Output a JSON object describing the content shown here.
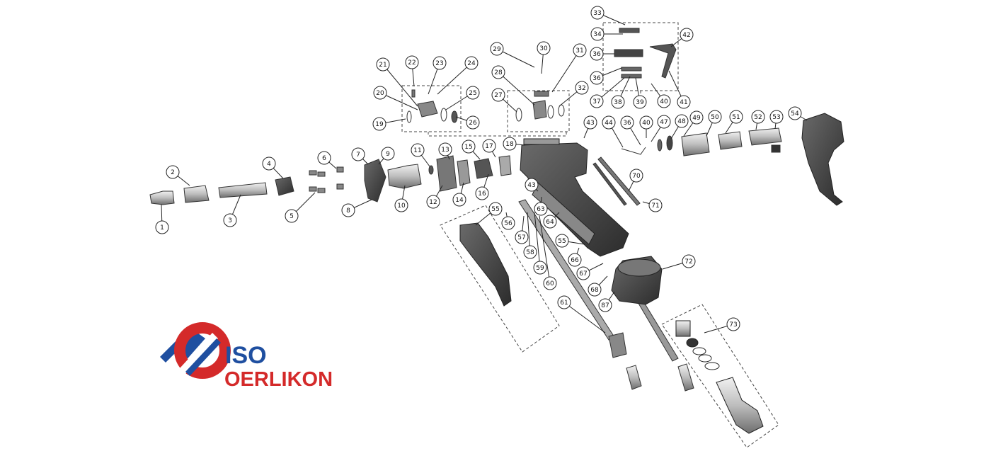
{
  "brand": {
    "line1": "ISO",
    "line2": "OERLIKON",
    "colors": {
      "blue": "#1f4fa0",
      "red": "#d42a2a"
    }
  },
  "callouts": [
    "1",
    "2",
    "3",
    "4",
    "5",
    "6",
    "7",
    "8",
    "9",
    "10",
    "11",
    "12",
    "13",
    "14",
    "15",
    "16",
    "17",
    "18",
    "19",
    "20",
    "21",
    "22",
    "23",
    "24",
    "25",
    "26",
    "27",
    "28",
    "29",
    "30",
    "31",
    "32",
    "33",
    "34",
    "36",
    "36",
    "37",
    "38",
    "39",
    "40",
    "41",
    "42",
    "43",
    "43",
    "44",
    "36",
    "40",
    "47",
    "48",
    "49",
    "50",
    "51",
    "52",
    "53",
    "54",
    "55",
    "55",
    "56",
    "57",
    "58",
    "59",
    "60",
    "61",
    "63",
    "64",
    "66",
    "67",
    "68",
    "87",
    "70",
    "71",
    "72",
    "73"
  ]
}
